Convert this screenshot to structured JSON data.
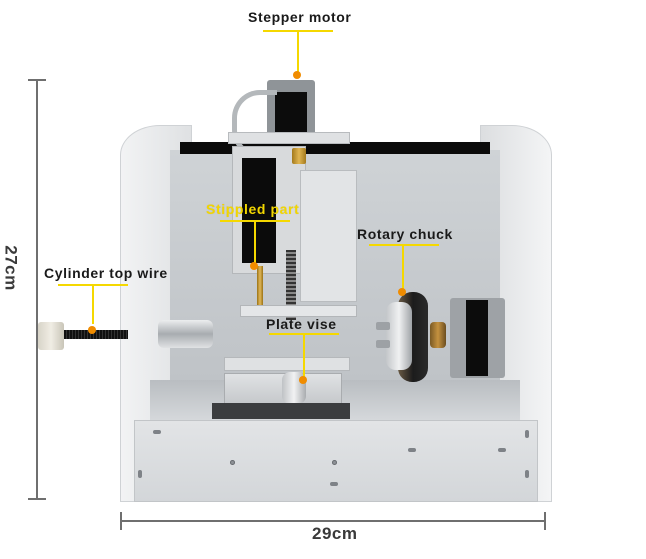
{
  "labels": {
    "stepper_motor": "Stepper motor",
    "stippled_part": "Stippled part",
    "rotary_chuck": "Rotary chuck",
    "cylinder_top_wire": "Cylinder top wire",
    "plate_vise": "Plate vise"
  },
  "dimensions": {
    "height": "27cm",
    "width": "29cm"
  },
  "colors": {
    "callout_line": "#f5d800",
    "callout_dot": "#f08c00",
    "label_text": "#1a1a1a",
    "highlight_label": "#f2d600",
    "dimension_line": "#6f6f6f"
  }
}
